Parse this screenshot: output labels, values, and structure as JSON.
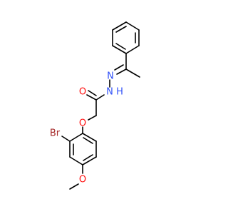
{
  "molecule": {
    "atoms": {
      "o_carbonyl": {
        "text": "O",
        "color": "#ff0d0d"
      },
      "n_amide": {
        "text": "N",
        "color": "#3050f8"
      },
      "h_amide": {
        "text": "H",
        "color": "#3050f8"
      },
      "n_imine": {
        "text": "N",
        "color": "#3050f8"
      },
      "o_ether": {
        "text": "O",
        "color": "#ff0d0d"
      },
      "br": {
        "text": "Br",
        "color": "#a62929"
      },
      "o_methoxy": {
        "text": "O",
        "color": "#ff0d0d"
      }
    },
    "colors": {
      "bond": "#000000",
      "oxygen": "#ff0d0d",
      "nitrogen": "#3050f8",
      "bromine": "#a62929",
      "background": "#ffffff"
    }
  }
}
